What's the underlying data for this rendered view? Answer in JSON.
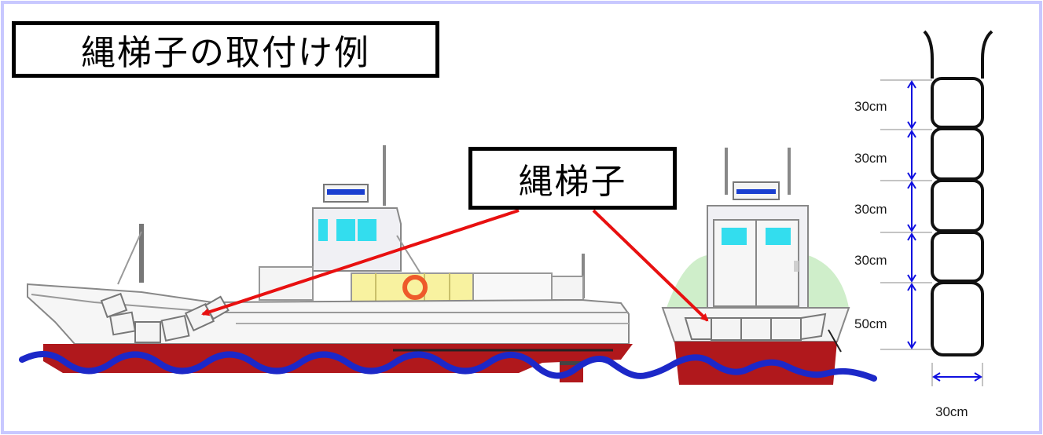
{
  "title": "縄梯子の取付け例",
  "callout_label": "縄梯子",
  "ladder_dimensions": {
    "rung_spacings": [
      "30cm",
      "30cm",
      "30cm",
      "30cm",
      "50cm"
    ],
    "width": "30cm"
  },
  "colors": {
    "hull_red": "#b0181c",
    "water_blue": "#1c28c8",
    "arrow_red": "#e81010",
    "dimension_blue": "#1010e0",
    "frame_lavender": "#c8c8ff"
  }
}
